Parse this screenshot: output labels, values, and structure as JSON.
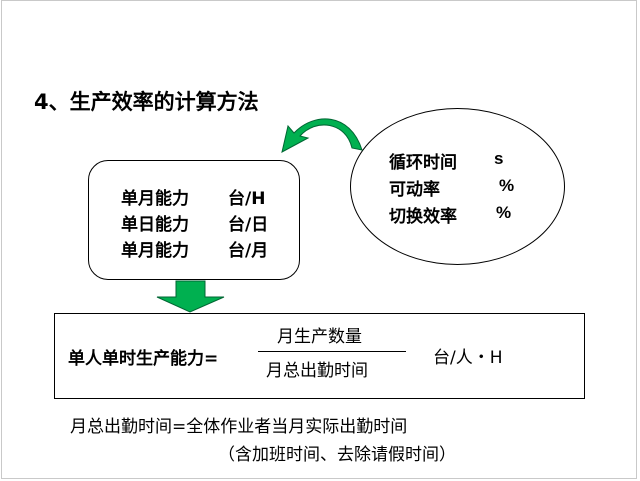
{
  "title": "4、生产效率的计算方法",
  "capacity_box": {
    "rows": [
      {
        "label": "单月能力",
        "unit": "台/H"
      },
      {
        "label": "单日能力",
        "unit": "台/日"
      },
      {
        "label": "单月能力",
        "unit": "台/月"
      }
    ]
  },
  "factors": {
    "rows": [
      {
        "label": "循环时间",
        "unit": "s"
      },
      {
        "label": "可动率",
        "unit": "%"
      },
      {
        "label": "切换效率",
        "unit": "%"
      }
    ]
  },
  "formula": {
    "label": "单人单时生产能力=",
    "numerator": "月生产数量",
    "denominator": "月总出勤时间",
    "unit": "台/人・H"
  },
  "notes": {
    "line1": "月总出勤时间=全体作业者当月实际出勤时间",
    "line2": "（含加班时间、去除请假时间）"
  },
  "colors": {
    "arrow_fill": "#00b050",
    "arrow_stroke": "#006633",
    "border": "#000000"
  }
}
